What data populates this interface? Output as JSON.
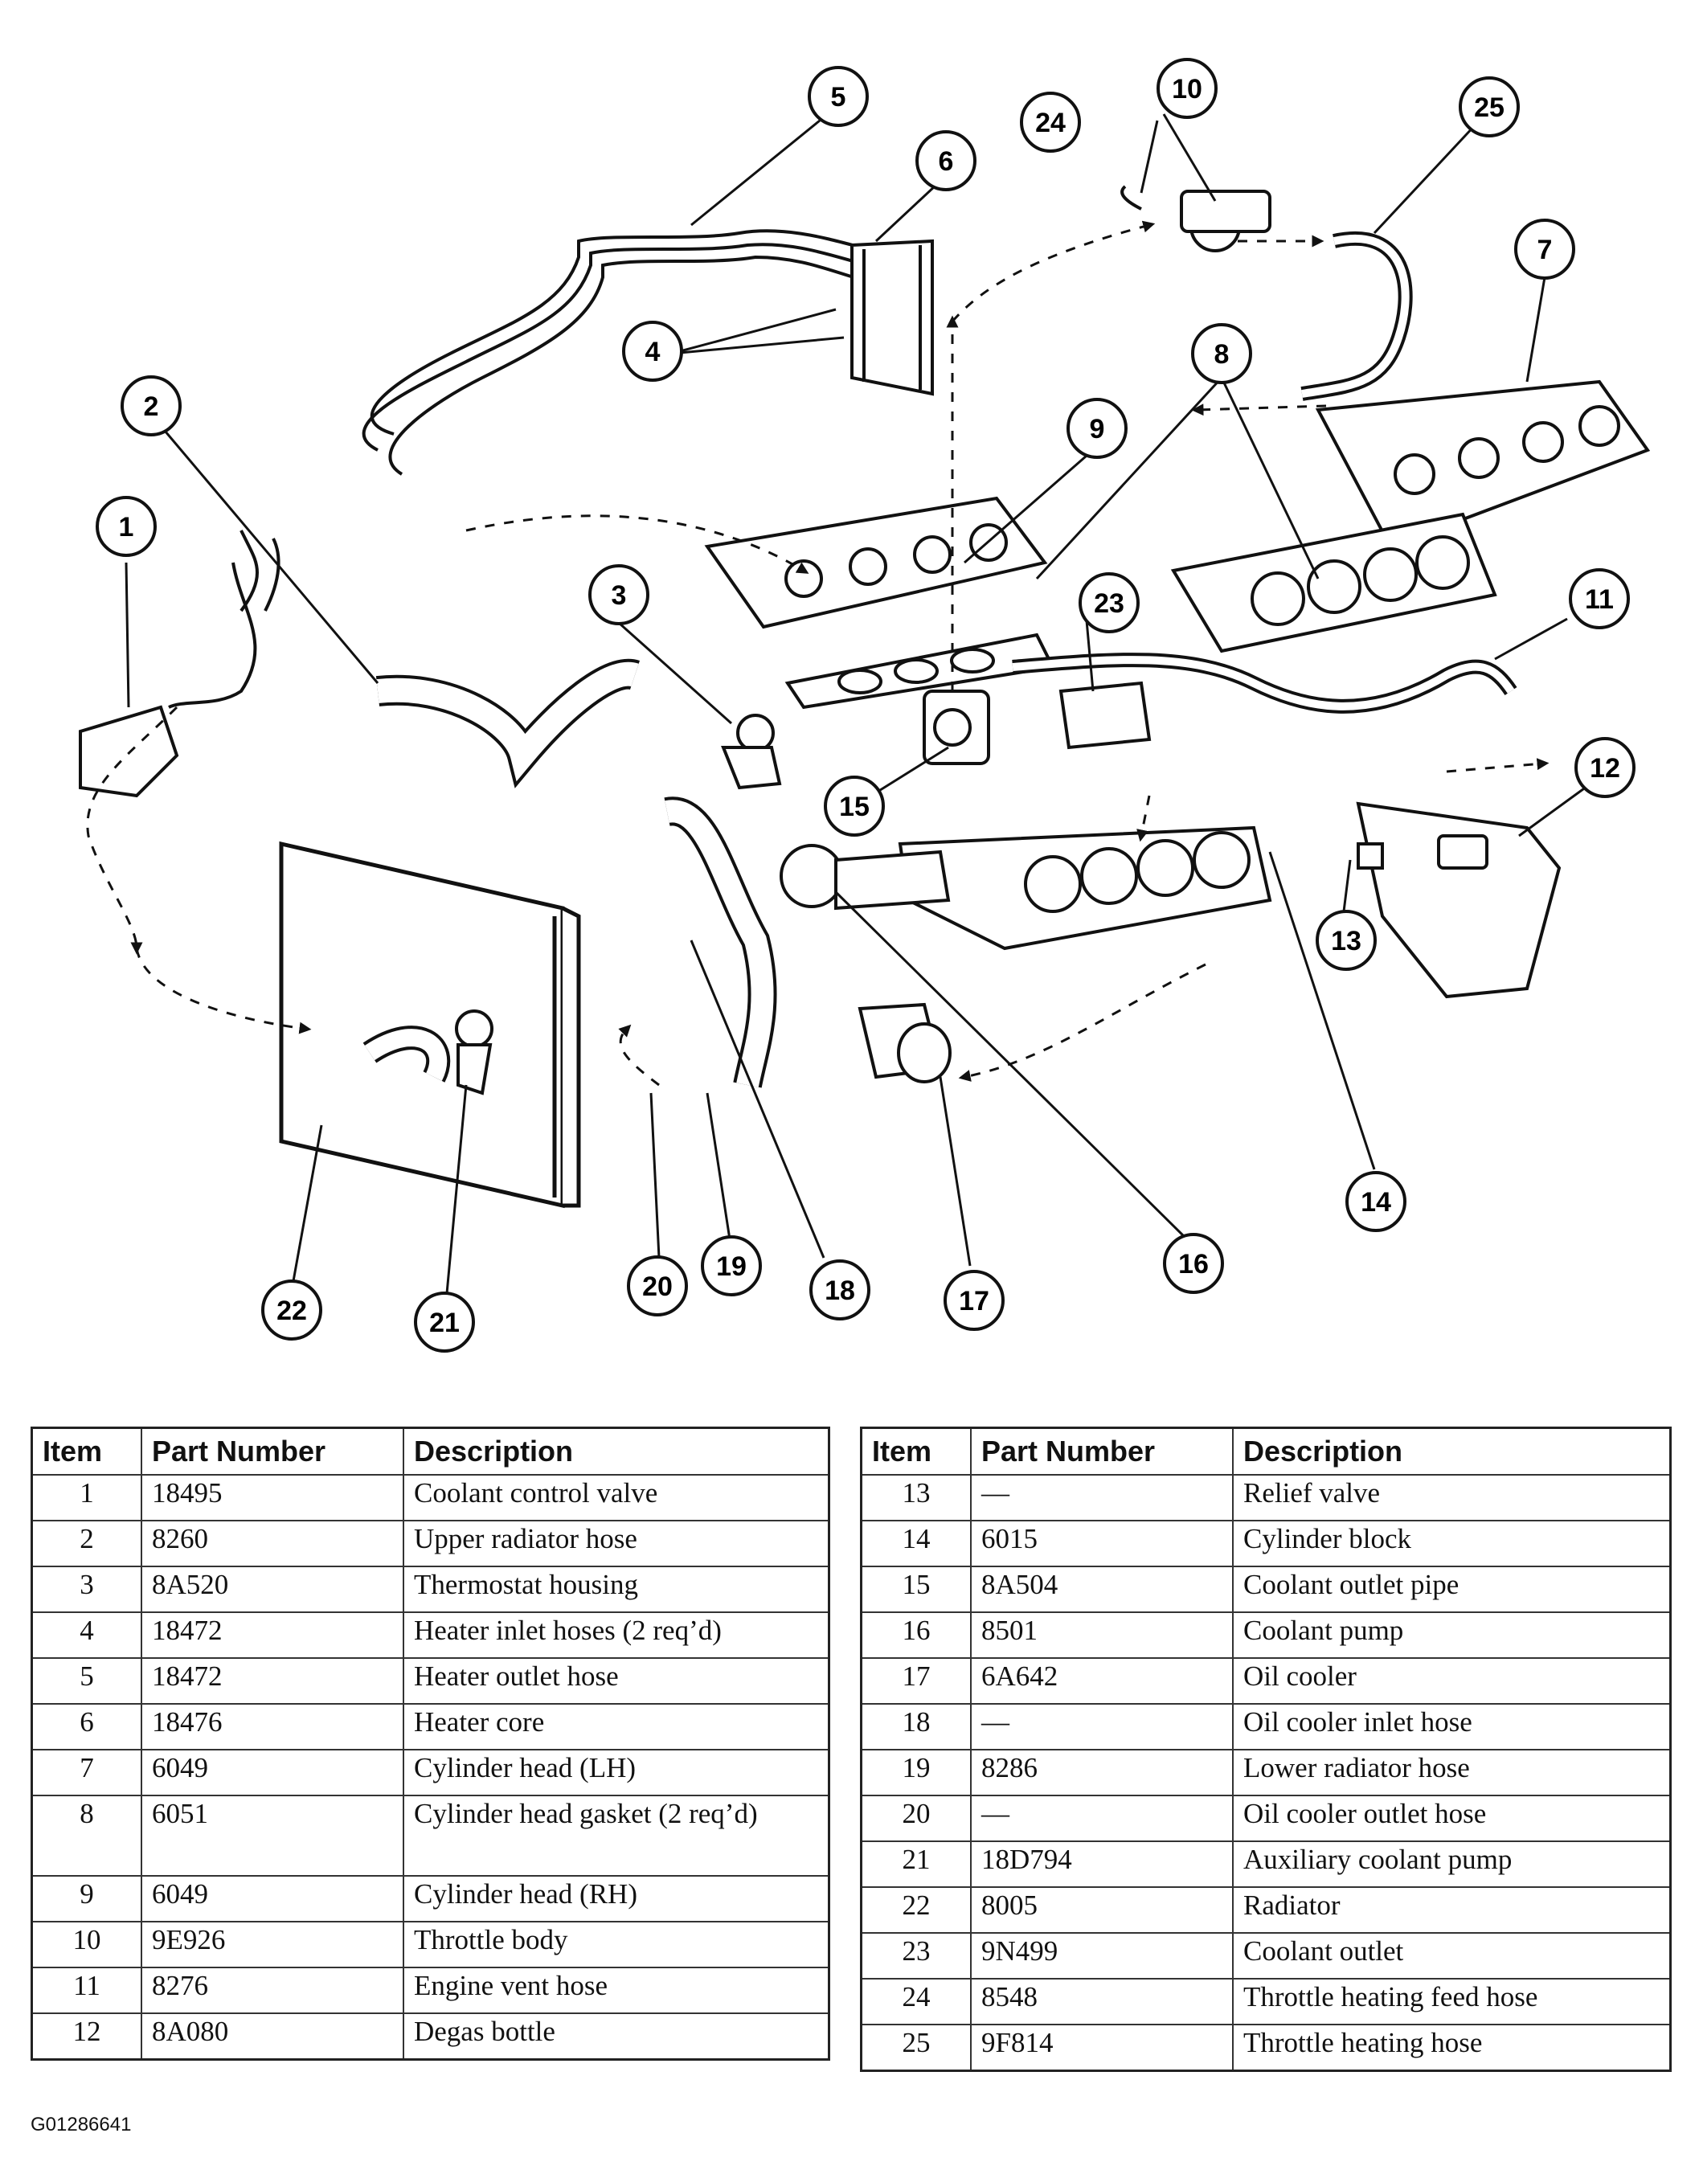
{
  "callouts": [
    "1",
    "2",
    "3",
    "4",
    "5",
    "6",
    "7",
    "8",
    "9",
    "10",
    "11",
    "12",
    "13",
    "14",
    "15",
    "16",
    "17",
    "18",
    "19",
    "20",
    "21",
    "22",
    "23",
    "24",
    "25"
  ],
  "table_headers": {
    "item": "Item",
    "part_number": "Part Number",
    "description": "Description"
  },
  "left_rows": [
    {
      "item": "1",
      "part": "18495",
      "desc": "Coolant control valve"
    },
    {
      "item": "2",
      "part": "8260",
      "desc": "Upper radiator hose"
    },
    {
      "item": "3",
      "part": "8A520",
      "desc": "Thermostat housing"
    },
    {
      "item": "4",
      "part": "18472",
      "desc": "Heater inlet hoses (2 req’d)"
    },
    {
      "item": "5",
      "part": "18472",
      "desc": "Heater outlet hose"
    },
    {
      "item": "6",
      "part": "18476",
      "desc": "Heater core"
    },
    {
      "item": "7",
      "part": "6049",
      "desc": "Cylinder head (LH)"
    },
    {
      "item": "8",
      "part": "6051",
      "desc": "Cylinder head gasket (2 req’d)"
    },
    {
      "item": "9",
      "part": "6049",
      "desc": "Cylinder head (RH)"
    },
    {
      "item": "10",
      "part": "9E926",
      "desc": "Throttle body"
    },
    {
      "item": "11",
      "part": "8276",
      "desc": "Engine vent hose"
    },
    {
      "item": "12",
      "part": "8A080",
      "desc": "Degas bottle"
    }
  ],
  "right_rows": [
    {
      "item": "13",
      "part": "—",
      "desc": "Relief valve"
    },
    {
      "item": "14",
      "part": "6015",
      "desc": "Cylinder block"
    },
    {
      "item": "15",
      "part": "8A504",
      "desc": "Coolant outlet pipe"
    },
    {
      "item": "16",
      "part": "8501",
      "desc": "Coolant pump"
    },
    {
      "item": "17",
      "part": "6A642",
      "desc": "Oil cooler"
    },
    {
      "item": "18",
      "part": "—",
      "desc": "Oil cooler inlet hose"
    },
    {
      "item": "19",
      "part": "8286",
      "desc": "Lower radiator hose"
    },
    {
      "item": "20",
      "part": "—",
      "desc": "Oil cooler outlet hose"
    },
    {
      "item": "21",
      "part": "18D794",
      "desc": "Auxiliary coolant pump"
    },
    {
      "item": "22",
      "part": "8005",
      "desc": "Radiator"
    },
    {
      "item": "23",
      "part": "9N499",
      "desc": "Coolant outlet"
    },
    {
      "item": "24",
      "part": "8548",
      "desc": "Throttle heating feed hose"
    },
    {
      "item": "25",
      "part": "9F814",
      "desc": "Throttle heating hose"
    }
  ],
  "figure_id": "G01286641"
}
